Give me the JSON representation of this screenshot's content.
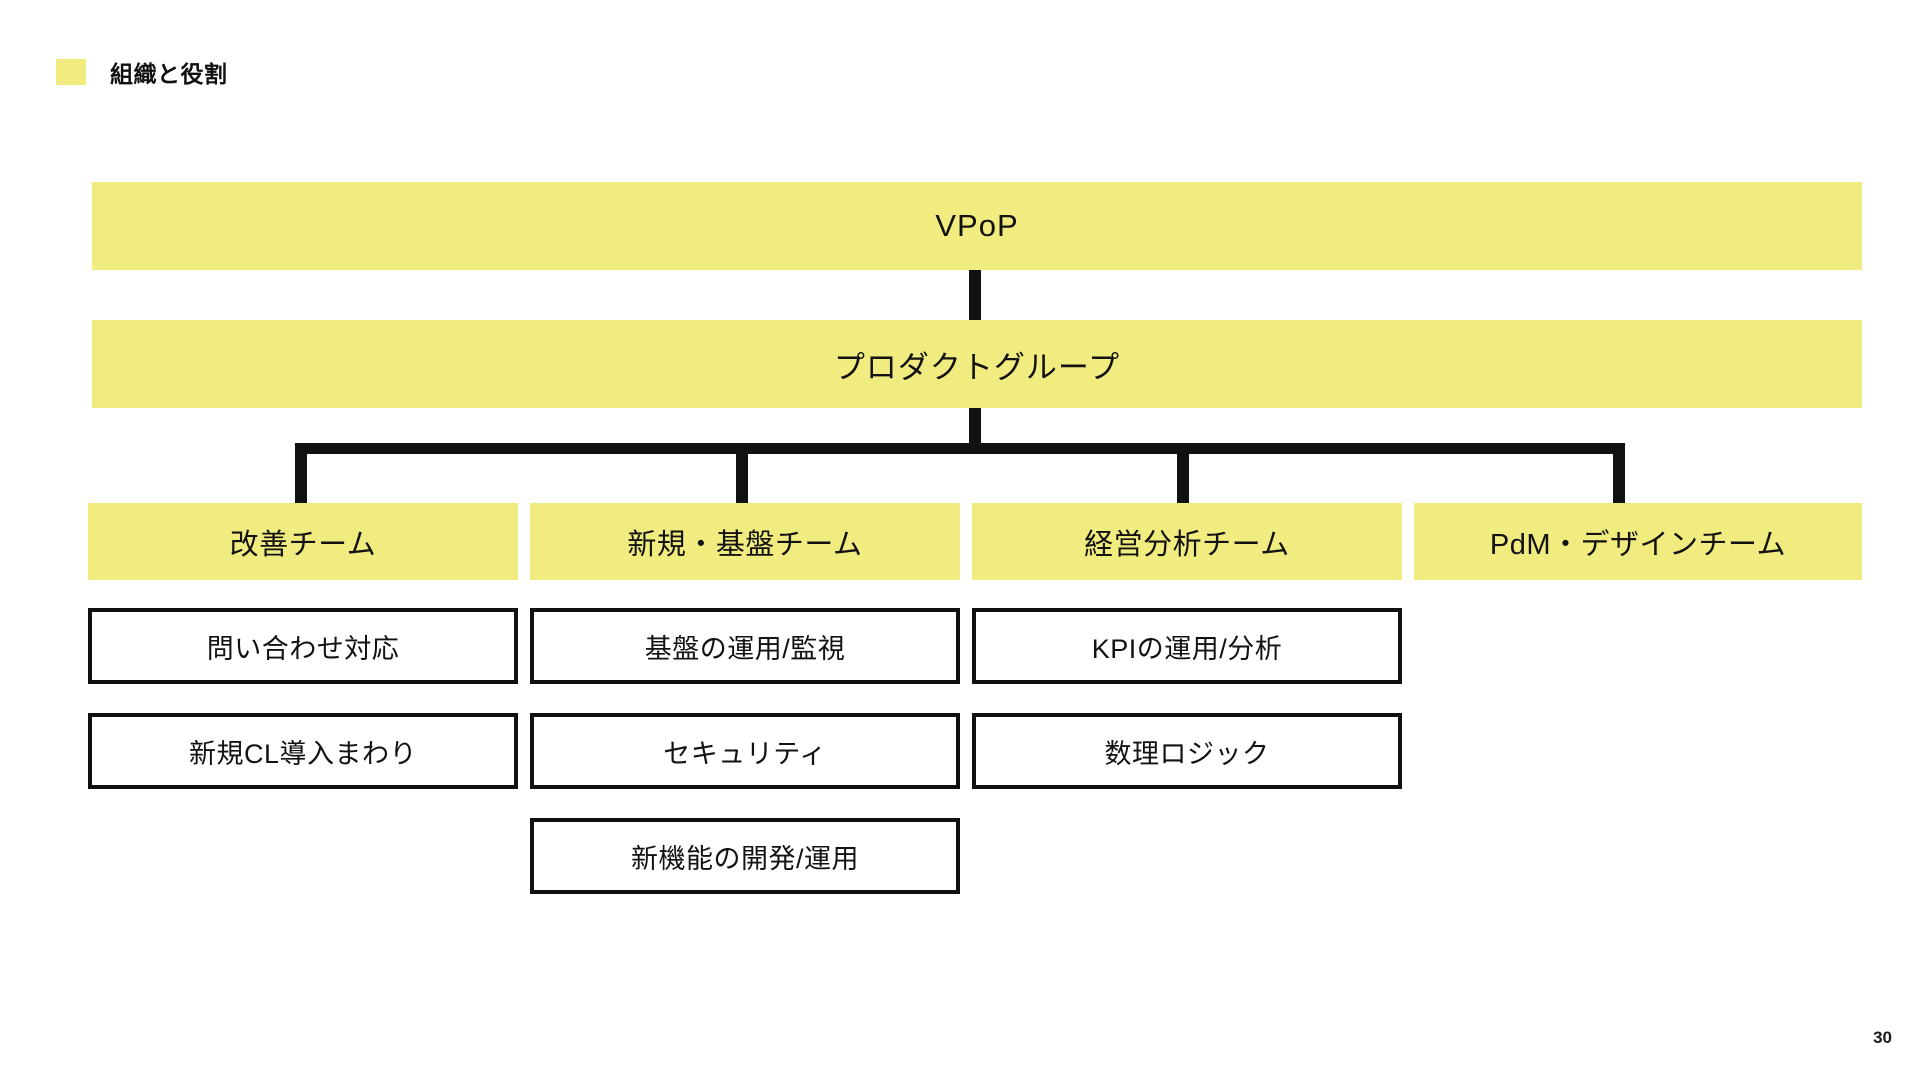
{
  "header": {
    "title": "組織と役割",
    "marker_color": "#f1ec7f"
  },
  "colors": {
    "accent_yellow": "#f1ec7f",
    "line_black": "#111111",
    "box_fill_white": "#ffffff",
    "background": "#ffffff"
  },
  "chart_data": {
    "type": "diagram",
    "title": "組織と役割",
    "levels": [
      {
        "level": 1,
        "nodes": [
          {
            "id": "vpop",
            "label": "VPoP",
            "style": "yellow-band"
          }
        ]
      },
      {
        "level": 2,
        "nodes": [
          {
            "id": "product-group",
            "label": "プロダクトグループ",
            "style": "yellow-band"
          }
        ]
      },
      {
        "level": 3,
        "nodes": [
          {
            "id": "team-kaizen",
            "label": "改善チーム",
            "style": "yellow-box"
          },
          {
            "id": "team-shinki-kiban",
            "label": "新規・基盤チーム",
            "style": "yellow-box"
          },
          {
            "id": "team-keiei-bunseki",
            "label": "経営分析チーム",
            "style": "yellow-box"
          },
          {
            "id": "team-pdm-design",
            "label": "PdM・デザインチーム",
            "style": "yellow-box"
          }
        ]
      }
    ],
    "edges": [
      {
        "from": "vpop",
        "to": "product-group"
      },
      {
        "from": "product-group",
        "to": "team-kaizen"
      },
      {
        "from": "product-group",
        "to": "team-shinki-kiban"
      },
      {
        "from": "product-group",
        "to": "team-keiei-bunseki"
      },
      {
        "from": "product-group",
        "to": "team-pdm-design"
      }
    ]
  },
  "hierarchy": {
    "top": {
      "label": "VPoP"
    },
    "second": {
      "label": "プロダクトグループ"
    },
    "teams": [
      {
        "label": "改善チーム",
        "tasks": [
          {
            "label": "問い合わせ対応"
          },
          {
            "label": "新規CL導入まわり"
          }
        ]
      },
      {
        "label": "新規・基盤チーム",
        "tasks": [
          {
            "label": "基盤の運用/監視"
          },
          {
            "label": "セキュリティ"
          },
          {
            "label": "新機能の開発/運用"
          }
        ]
      },
      {
        "label": "経営分析チーム",
        "tasks": [
          {
            "label": "KPIの運用/分析"
          },
          {
            "label": "数理ロジック"
          }
        ]
      },
      {
        "label": "PdM・デザインチーム",
        "tasks": []
      }
    ]
  },
  "footer": {
    "page_number": "30"
  }
}
